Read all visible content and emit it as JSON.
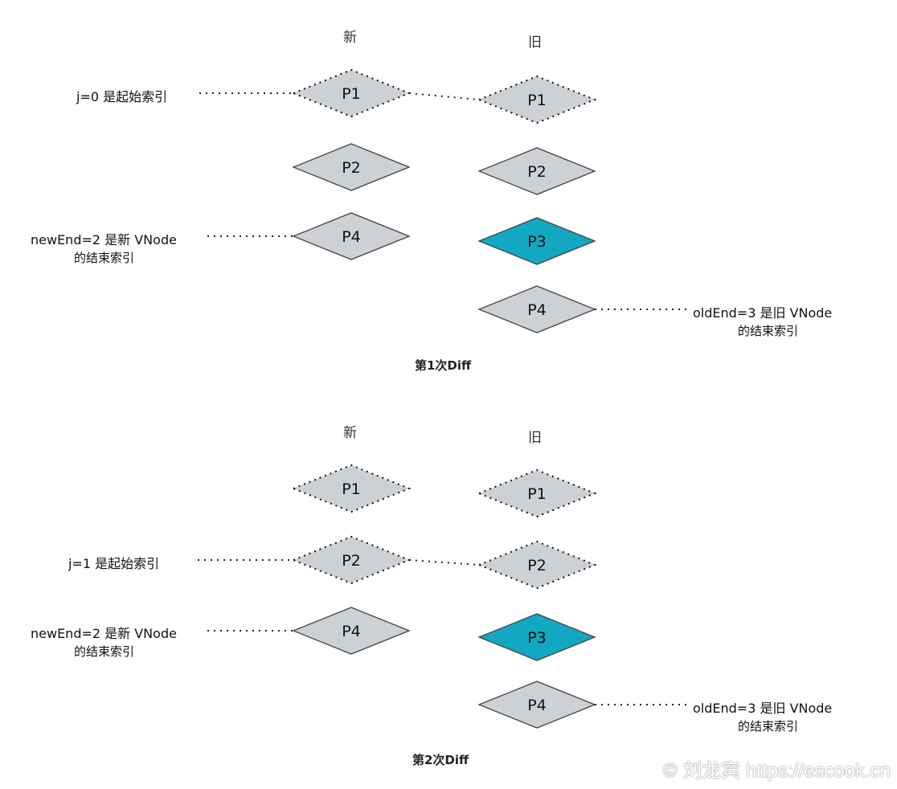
{
  "diagrams": [
    {
      "caption": "第1次Diff",
      "col_new": "新",
      "col_old": "旧",
      "new_nodes": [
        {
          "label": "P1",
          "dashed": true,
          "color": "#cdd1d6"
        },
        {
          "label": "P2",
          "dashed": false,
          "color": "#cdd1d6"
        },
        {
          "label": "P4",
          "dashed": false,
          "color": "#cdd1d6"
        }
      ],
      "old_nodes": [
        {
          "label": "P1",
          "dashed": true,
          "color": "#cdd1d6"
        },
        {
          "label": "P2",
          "dashed": false,
          "color": "#cdd1d6"
        },
        {
          "label": "P3",
          "dashed": false,
          "color": "#12a8c2"
        },
        {
          "label": "P4",
          "dashed": false,
          "color": "#cdd1d6"
        }
      ],
      "j_label": "j=0 是起始索引",
      "new_end_label": "newEnd=2 是新 VNode",
      "new_end_sub": "的结束索引",
      "old_end_label": "oldEnd=3 是旧 VNode",
      "old_end_sub": "的结束索引"
    },
    {
      "caption": "第2次Diff",
      "col_new": "新",
      "col_old": "旧",
      "new_nodes": [
        {
          "label": "P1",
          "dashed": true,
          "color": "#cdd1d6"
        },
        {
          "label": "P2",
          "dashed": true,
          "color": "#cdd1d6"
        },
        {
          "label": "P4",
          "dashed": false,
          "color": "#cdd1d6"
        }
      ],
      "old_nodes": [
        {
          "label": "P1",
          "dashed": true,
          "color": "#cdd1d6"
        },
        {
          "label": "P2",
          "dashed": true,
          "color": "#cdd1d6"
        },
        {
          "label": "P3",
          "dashed": false,
          "color": "#12a8c2"
        },
        {
          "label": "P4",
          "dashed": false,
          "color": "#cdd1d6"
        }
      ],
      "j_label": "j=1 是起始索引",
      "new_end_label": "newEnd=2 是新 VNode",
      "new_end_sub": "的结束索引",
      "old_end_label": "oldEnd=3 是旧 VNode",
      "old_end_sub": "的结束索引"
    }
  ],
  "watermark": "© 刘龙宾 https://escook.cn"
}
